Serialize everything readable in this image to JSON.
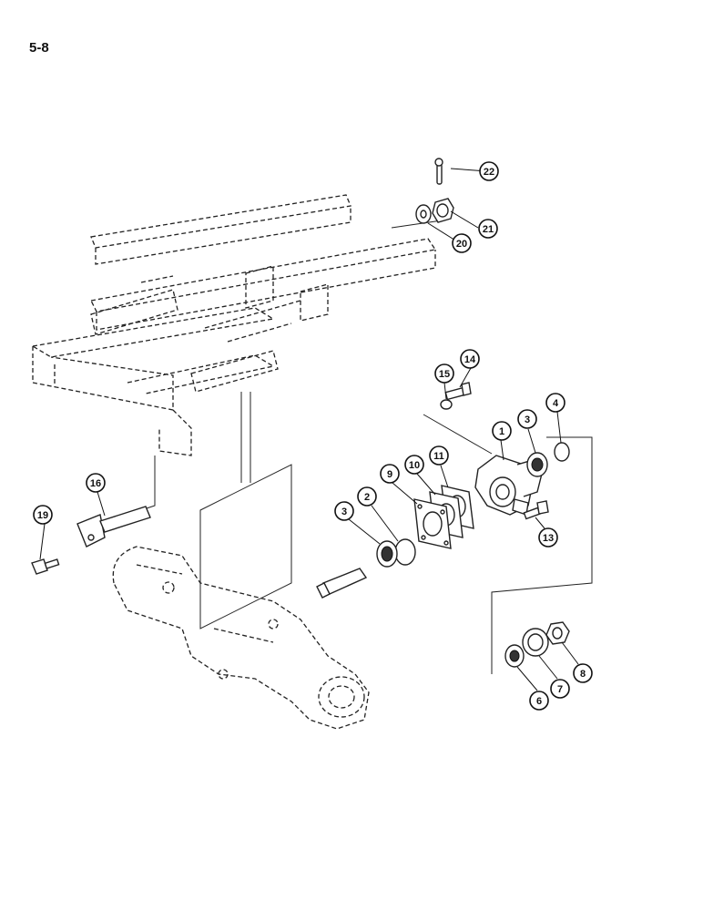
{
  "page": {
    "number": "5-8"
  },
  "callouts": [
    {
      "id": "c1",
      "label": "1"
    },
    {
      "id": "c2",
      "label": "2"
    },
    {
      "id": "c3a",
      "label": "3"
    },
    {
      "id": "c3b",
      "label": "3"
    },
    {
      "id": "c4",
      "label": "4"
    },
    {
      "id": "c6",
      "label": "6"
    },
    {
      "id": "c7",
      "label": "7"
    },
    {
      "id": "c8",
      "label": "8"
    },
    {
      "id": "c9",
      "label": "9"
    },
    {
      "id": "c10",
      "label": "10"
    },
    {
      "id": "c11",
      "label": "11"
    },
    {
      "id": "c13",
      "label": "13"
    },
    {
      "id": "c14",
      "label": "14"
    },
    {
      "id": "c15",
      "label": "15"
    },
    {
      "id": "c16",
      "label": "16"
    },
    {
      "id": "c19",
      "label": "19"
    },
    {
      "id": "c20",
      "label": "20"
    },
    {
      "id": "c21",
      "label": "21"
    },
    {
      "id": "c22",
      "label": "22"
    }
  ]
}
